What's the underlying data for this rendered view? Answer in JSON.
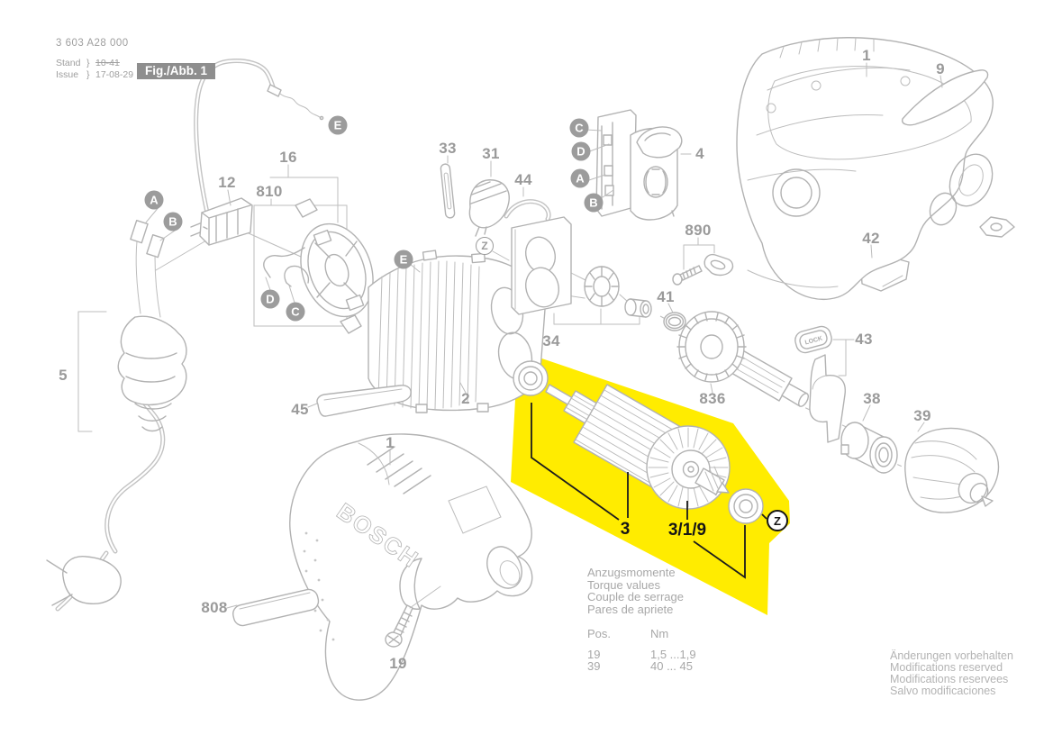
{
  "header": {
    "part_number": "3 603 A28 000",
    "stand_label": "Stand",
    "issue_label": "Issue",
    "brace": "}",
    "stand_value": "10-41",
    "issue_value": "17-08-29",
    "figure_badge": "Fig./Abb. 1"
  },
  "torque_table": {
    "title_lines": [
      "Anzugsmomente",
      "Torque values",
      "Couple de serrage",
      "Pares de apriete"
    ],
    "columns": [
      "Pos.",
      "Nm"
    ],
    "rows": [
      [
        "19",
        "1,5 ...1,9"
      ],
      [
        "39",
        "40 ... 45"
      ]
    ]
  },
  "footer_lines": [
    "Änderungen vorbehalten",
    "Modifications reserved",
    "Modifications reservees",
    "Salvo modificaciones"
  ],
  "diagram": {
    "highlight_color": "#ffec00",
    "brand_text": "BOSCH",
    "lock_button_text": "LOCK",
    "part_labels": [
      "12",
      "16",
      "810",
      "33",
      "31",
      "44",
      "4",
      "890",
      "1",
      "9",
      "42",
      "41",
      "43",
      "836",
      "38",
      "39",
      "34",
      "2",
      "45",
      "5",
      "1",
      "808",
      "19"
    ],
    "callout_labels": [
      "3",
      "3/1/9"
    ],
    "letter_badges": [
      "A",
      "B",
      "E",
      "D",
      "C",
      "E",
      "C",
      "D",
      "A",
      "B"
    ],
    "ref_badges": [
      "Z",
      "Z"
    ]
  }
}
